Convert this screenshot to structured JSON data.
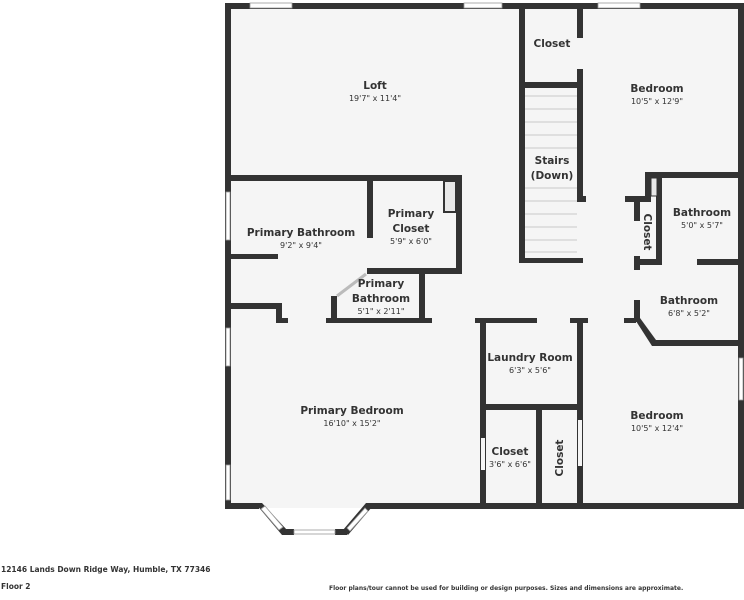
{
  "floorplan": {
    "floor_label": "Floor 2",
    "address": "12146 Lands Down Ridge Way, Humble, TX 77346",
    "disclaimer": "Floor plans/tour cannot be used for building or design purposes. Sizes and dimensions are approximate.",
    "colors": {
      "wall": "#333333",
      "floor": "#f5f5f5",
      "background": "#ffffff"
    },
    "rooms": {
      "loft": {
        "name": "Loft",
        "dims": "19'7\" x 11'4\""
      },
      "closet_top": {
        "name": "Closet"
      },
      "stairs": {
        "name_line1": "Stairs",
        "name_line2": "(Down)"
      },
      "bedroom_ne": {
        "name": "Bedroom",
        "dims": "10'5\" x 12'9\""
      },
      "primary_bathroom": {
        "name": "Primary Bathroom",
        "dims": "9'2\" x 9'4\""
      },
      "primary_closet": {
        "name_line1": "Primary",
        "name_line2": "Closet",
        "dims": "5'9\" x 6'0\""
      },
      "primary_bathroom_small": {
        "name_line1": "Primary",
        "name_line2": "Bathroom",
        "dims": "5'1\" x 2'11\""
      },
      "closet_hall": {
        "name": "Closet"
      },
      "bathroom_upper": {
        "name": "Bathroom",
        "dims": "5'0\" x 5'7\""
      },
      "bathroom_lower": {
        "name": "Bathroom",
        "dims": "6'8\" x 5'2\""
      },
      "primary_bedroom": {
        "name": "Primary Bedroom",
        "dims": "16'10\" x 15'2\""
      },
      "laundry_room": {
        "name": "Laundry Room",
        "dims": "6'3\" x 5'6\""
      },
      "closet_small": {
        "name": "Closet",
        "dims": "3'6\" x 6'6\""
      },
      "closet_narrow": {
        "name": "Closet"
      },
      "bedroom_se": {
        "name": "Bedroom",
        "dims": "10'5\" x 12'4\""
      }
    }
  }
}
